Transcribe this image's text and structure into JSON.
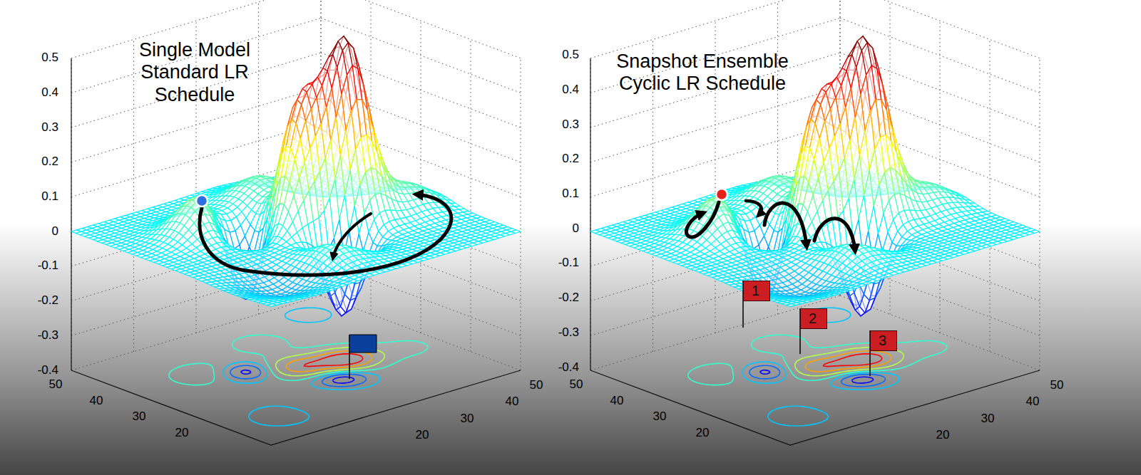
{
  "diagram": {
    "nodes": [
      {
        "text": [
          "1"
        ]
      },
      {
        "text": [
          "2"
        ]
      },
      {
        "text": [
          "3"
        ]
      }
    ],
    "labels": [
      "Single Model Standard LR Schedule",
      "0.5",
      "0.4",
      "0.3",
      "0.2",
      "0.1",
      "0",
      "-0.1",
      "-0.2",
      "-0.3",
      "-0.4",
      "50",
      "40",
      "30",
      "20",
      "20",
      "30",
      "40",
      "50",
      "Snapshot Ensemble Cyclic LR Schedule",
      "0.5",
      "0.4",
      "0.3",
      "0.2",
      "0.1",
      "0",
      "-0.1",
      "-0.2",
      "-0.3",
      "-0.4",
      "50",
      "40",
      "30",
      "20",
      "20",
      "30",
      "40",
      "50"
    ]
  }
}
